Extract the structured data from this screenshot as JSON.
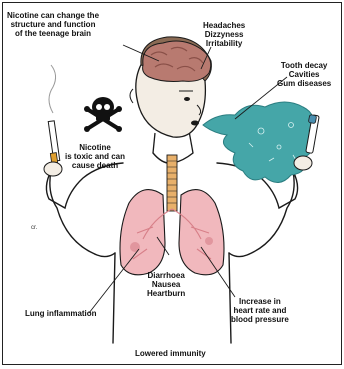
{
  "colors": {
    "line": "#1a1a1a",
    "brain": "#b87a70",
    "brain_fold": "#8a5048",
    "hair": "#8a6a54",
    "skin": "#f3ede4",
    "lung": "#f1b8bd",
    "lung_spot": "#d77f88",
    "vapor": "#45a6a8",
    "vapor_dark": "#2a7d80",
    "trachea": "#e8b06a",
    "cigarette_filter": "#e0a030",
    "vape_tip": "#4a8fb0"
  },
  "labels": {
    "brain_effect": [
      "Nicotine can change the",
      "structure and function",
      "of the teenage brain"
    ],
    "head_effects": [
      "Headaches",
      "Dizzyness",
      "Irritability"
    ],
    "mouth_effects": [
      "Tooth decay",
      "Cavities",
      "Gum diseases"
    ],
    "toxic": [
      "Nicotine",
      "is toxic and can",
      "cause death"
    ],
    "stomach_effects": [
      "Diarrhoea",
      "Nausea",
      "Heartburn"
    ],
    "heart_effects": [
      "Increase in",
      "heart rate and",
      "blood pressure"
    ],
    "lung_effect": [
      "Lung inflammation"
    ],
    "immunity": [
      "Lowered immunity"
    ],
    "signature": "cr."
  },
  "icons": [
    "skull-crossbones-icon",
    "cigarette-icon",
    "vape-pen-icon",
    "brain-icon",
    "lungs-icon",
    "vapor-cloud-icon"
  ]
}
